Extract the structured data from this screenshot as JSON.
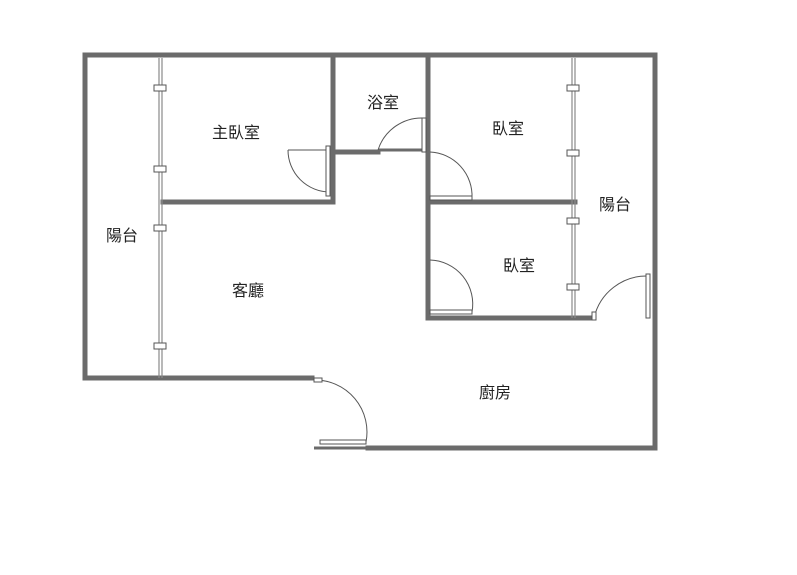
{
  "rooms": {
    "master_bedroom": "主臥室",
    "bathroom": "浴室",
    "bedroom_north": "臥室",
    "bedroom_south": "臥室",
    "balcony_west": "陽台",
    "balcony_east": "陽台",
    "living_room": "客廳",
    "kitchen": "廚房"
  },
  "colors": {
    "wall": "#6b6b6b",
    "background": "#ffffff",
    "text": "#222222"
  }
}
